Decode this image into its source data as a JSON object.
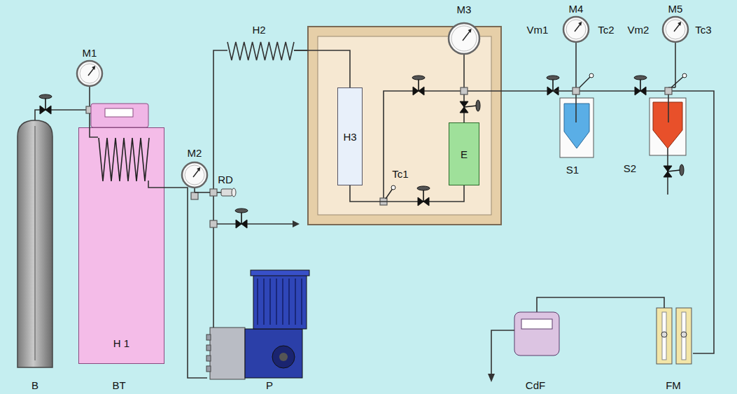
{
  "diagram": {
    "nodes": [
      {
        "text": [
          "H 1"
        ]
      },
      {
        "text": [
          "H3"
        ]
      },
      {
        "text": [
          "E"
        ]
      }
    ],
    "edges": [
      {
        "from": 1,
        "to": 2,
        "arrow": "none"
      }
    ],
    "labels": [
      "M1",
      "M2",
      "M3",
      "M4",
      "M5",
      "H2",
      "RD",
      "Tc1",
      "Vm1",
      "Tc2",
      "Vm2",
      "Tc3",
      "S1",
      "S2",
      "B",
      "BT",
      "P",
      "CdF",
      "FM"
    ]
  }
}
